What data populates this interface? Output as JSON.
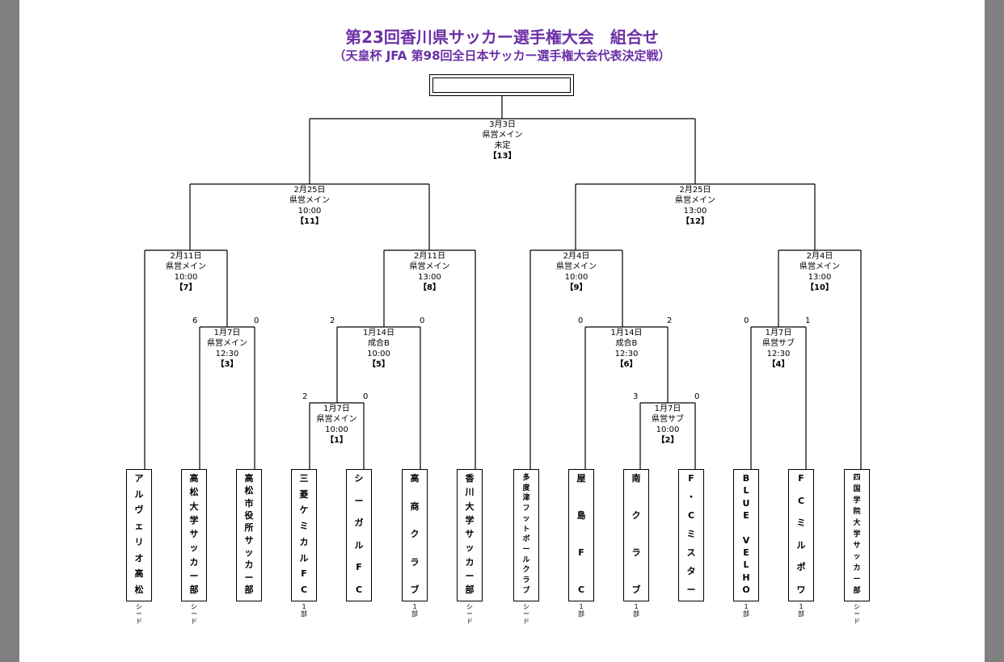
{
  "title": "第23回香川県サッカー選手権大会　組合せ",
  "subtitle": "（天皇杯 JFA 第98回全日本サッカー選手権大会代表決定戦）",
  "teams": [
    {
      "name": "アルヴェリオ高松",
      "note": "シード"
    },
    {
      "name": "高松大学サッカー部",
      "note": "シード"
    },
    {
      "name": "高松市役所サッカー部",
      "note": ""
    },
    {
      "name": "三菱ケミカルFC",
      "note": "1部"
    },
    {
      "name": "シーガルFC",
      "note": ""
    },
    {
      "name": "高商クラブ",
      "note": "1部"
    },
    {
      "name": "香川大学サッカー部",
      "note": "シード"
    },
    {
      "name": "多度津フットボールクラブ",
      "note": "シード"
    },
    {
      "name": "屋島FC",
      "note": "1部"
    },
    {
      "name": "南クラブ",
      "note": "1部"
    },
    {
      "name": "F・Cミスター",
      "note": ""
    },
    {
      "name": "BLUE VELHO",
      "note": "1部"
    },
    {
      "name": "FCミルポワ",
      "note": "1部"
    },
    {
      "name": "四国学院大学サッカー部",
      "note": "シード"
    }
  ],
  "matches": [
    {
      "no": "【1】",
      "date": "1月7日",
      "venue": "県営メイン",
      "time": "10:00",
      "score_left": "2",
      "score_right": "0"
    },
    {
      "no": "【2】",
      "date": "1月7日",
      "venue": "県営サブ",
      "time": "10:00",
      "score_left": "3",
      "score_right": "0"
    },
    {
      "no": "【3】",
      "date": "1月7日",
      "venue": "県営メイン",
      "time": "12:30",
      "score_left": "6",
      "score_right": "0"
    },
    {
      "no": "【4】",
      "date": "1月7日",
      "venue": "県営サブ",
      "time": "12:30",
      "score_left": "0",
      "score_right": "1"
    },
    {
      "no": "【5】",
      "date": "1月14日",
      "venue": "成合B",
      "time": "10:00",
      "score_left": "2",
      "score_right": "0"
    },
    {
      "no": "【6】",
      "date": "1月14日",
      "venue": "成合B",
      "time": "12:30",
      "score_left": "0",
      "score_right": "2"
    },
    {
      "no": "【7】",
      "date": "2月11日",
      "venue": "県営メイン",
      "time": "10:00"
    },
    {
      "no": "【8】",
      "date": "2月11日",
      "venue": "県営メイン",
      "time": "13:00"
    },
    {
      "no": "【9】",
      "date": "2月4日",
      "venue": "県営メイン",
      "time": "10:00"
    },
    {
      "no": "【10】",
      "date": "2月4日",
      "venue": "県営メイン",
      "time": "13:00"
    },
    {
      "no": "【11】",
      "date": "2月25日",
      "venue": "県営メイン",
      "time": "10:00"
    },
    {
      "no": "【12】",
      "date": "2月25日",
      "venue": "県営メイン",
      "time": "13:00"
    },
    {
      "no": "【13】",
      "date": "3月3日",
      "venue": "県営メイン",
      "time": "未定"
    }
  ],
  "colors": {
    "title": "#6a2fa6",
    "frame": "#808080",
    "line": "#000000"
  }
}
